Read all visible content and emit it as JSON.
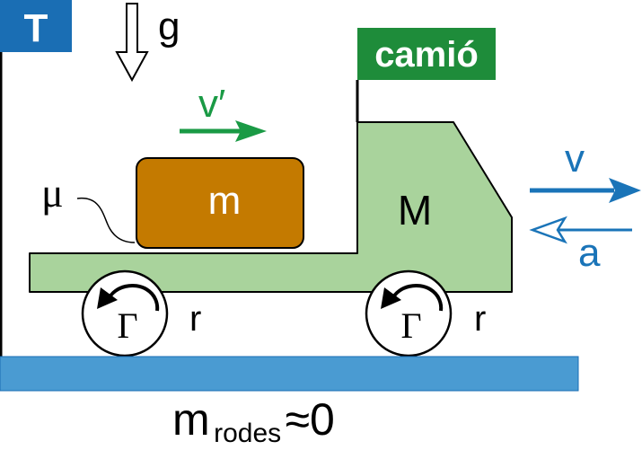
{
  "frames": {
    "ground_label": "T",
    "truck_label": "camió"
  },
  "gravity": {
    "label": "g"
  },
  "block": {
    "mass_label": "m",
    "velocity_label": "v′",
    "friction_label": "μ"
  },
  "truck": {
    "mass_label": "M",
    "velocity_label": "v",
    "acceleration_label": "a"
  },
  "wheels": {
    "front": {
      "torque_label": "Γ",
      "radius_label": "r"
    },
    "rear": {
      "torque_label": "Γ",
      "radius_label": "r"
    }
  },
  "condition": {
    "base": "m",
    "subscript": "rodes",
    "relation": "≈0"
  },
  "colors": {
    "frame_blue": "#1a6eb4",
    "frame_green": "#1e8c3a",
    "truck_fill": "#a9d39c",
    "block_fill": "#c47a00",
    "ground_fill": "#4a9bd2",
    "arrow_green": "#1a9a45",
    "arrow_blue": "#1a74b8"
  }
}
